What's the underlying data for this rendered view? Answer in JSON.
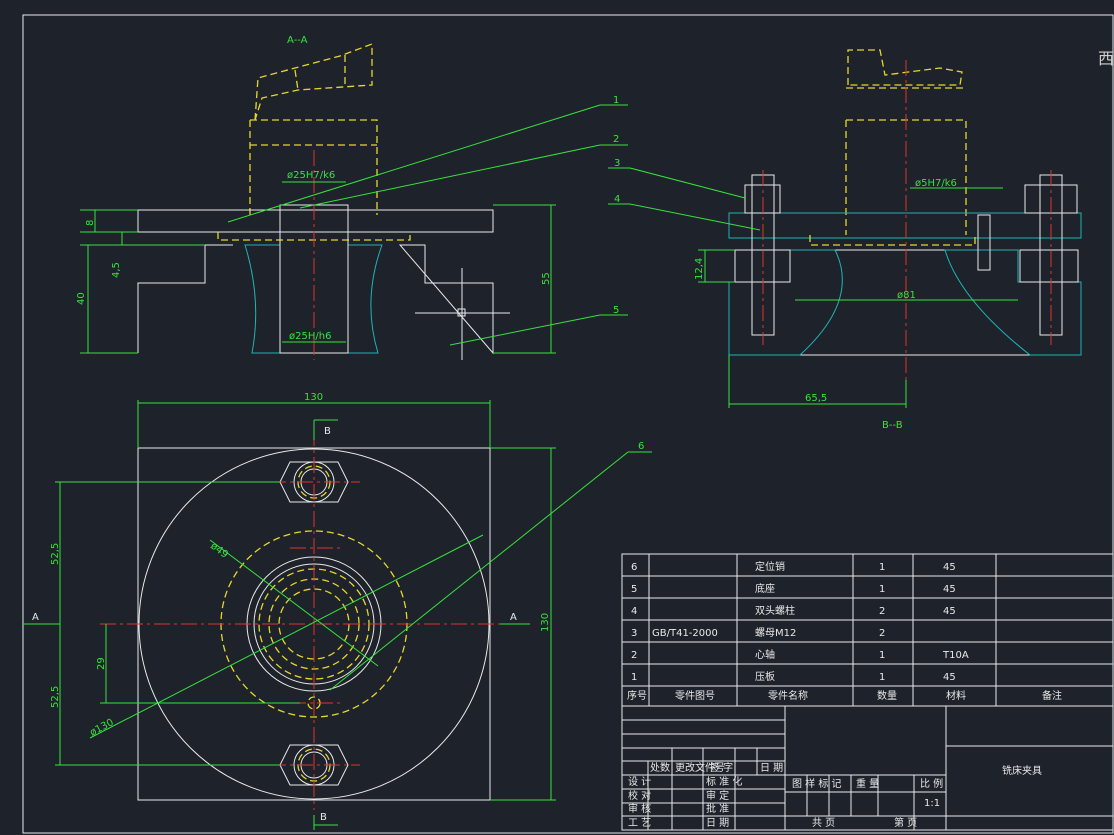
{
  "views": {
    "section_a_title": "A--A",
    "section_b_title": "B--B",
    "section_marker_a": "A",
    "section_marker_b": "B"
  },
  "dimensions": {
    "bore_top": "ø25H7/k6",
    "bore_bottom": "ø25H/h6",
    "d8": "8",
    "d4_5": "4,5",
    "d40": "40",
    "d55": "55",
    "pin_fit": "ø5H7/k6",
    "d12_4": "12,4",
    "d81": "ø81",
    "d65_5": "65,5",
    "width130": "130",
    "height130": "130",
    "d52_5_top": "52,5",
    "d52_5_bottom": "52,5",
    "d29": "29",
    "d49": "ø49",
    "d130_circle": "ø130"
  },
  "balloons": [
    "1",
    "2",
    "3",
    "4",
    "5",
    "6"
  ],
  "parts_table": {
    "rows": [
      {
        "no": "6",
        "code": "",
        "name": "定位销",
        "qty": "1",
        "material": "45",
        "note": ""
      },
      {
        "no": "5",
        "code": "",
        "name": "底座",
        "qty": "1",
        "material": "45",
        "note": ""
      },
      {
        "no": "4",
        "code": "",
        "name": "双头螺柱",
        "qty": "2",
        "material": "45",
        "note": ""
      },
      {
        "no": "3",
        "code": "GB/T41-2000",
        "name": "螺母M12",
        "qty": "2",
        "material": "",
        "note": ""
      },
      {
        "no": "2",
        "code": "",
        "name": "心轴",
        "qty": "1",
        "material": "T10A",
        "note": ""
      },
      {
        "no": "1",
        "code": "",
        "name": "压板",
        "qty": "1",
        "material": "45",
        "note": ""
      }
    ],
    "header": {
      "no": "序号",
      "code": "零件图号",
      "name": "零件名称",
      "qty": "数量",
      "material": "材料",
      "note": "备注"
    }
  },
  "title_block": {
    "drawing_name": "铣床夹具",
    "scale_label": "比 例",
    "scale_value": "1:1",
    "rev_headers": [
      "处数",
      "更改文件号",
      "签 字",
      "日 期"
    ],
    "roles": [
      "设 计",
      "校 对",
      "审 核",
      "工 艺"
    ],
    "role_right": [
      "标 准 化",
      "审 定",
      "批 准",
      "日 期"
    ],
    "stage_label": "图 样 标 记",
    "weight_label": "重 量",
    "sheets_total": "共 页",
    "sheet_no": "第 页"
  },
  "corner_glyph": "西"
}
